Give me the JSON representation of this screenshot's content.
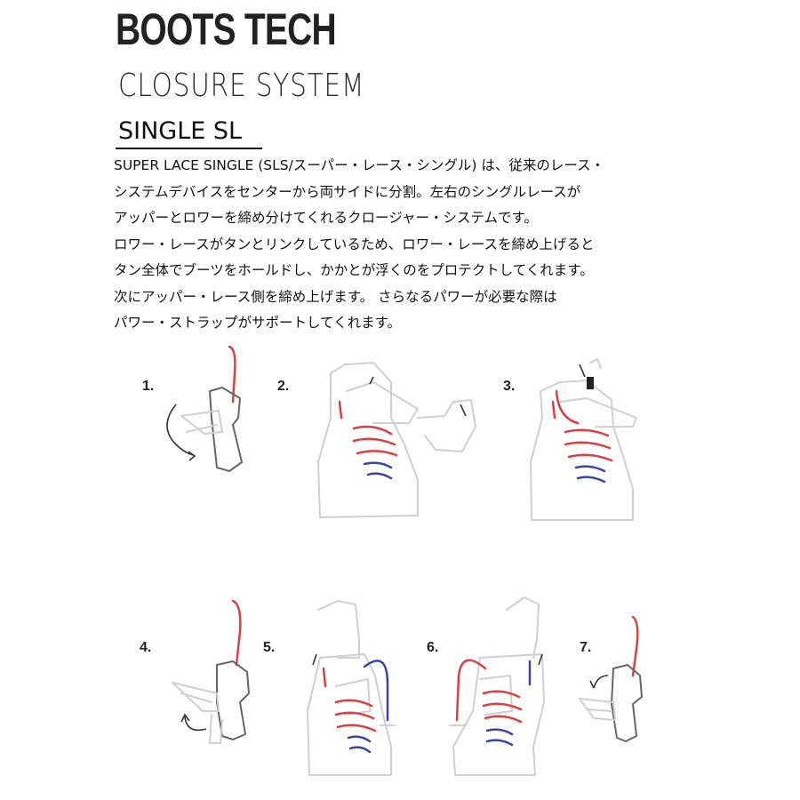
{
  "header": {
    "title": "BOOTS TECH",
    "subtitle": "CLOSURE SYSTEM",
    "model": "SINGLE SL"
  },
  "description": {
    "lines": [
      "SUPER LACE SINGLE (SLS/スーパー・レース・シングル) は、従来のレース・",
      "システムデバイスをセンターから両サイドに分割。左右のシングルレースが",
      "アッパーとロワーを締め分けてくれるクロージャー・システムです。",
      " ロワー・レースがタンとリンクしているため、ロワー・レースを締め上げると",
      "タン全体でブーツをホールドし、かかとが浮くのをプロテクトしてくれます。",
      " 次にアッパー・レース側を締め上げます。 さらなるパワーが必要な際は",
      "パワー・ストラップがサポートしてくれます。"
    ]
  },
  "steps": [
    "1.",
    "2.",
    "3.",
    "4.",
    "5.",
    "6.",
    "7."
  ],
  "colors": {
    "lace_red": "#d94141",
    "lace_blue": "#3a45a8",
    "outline": "#cfcfcf"
  }
}
